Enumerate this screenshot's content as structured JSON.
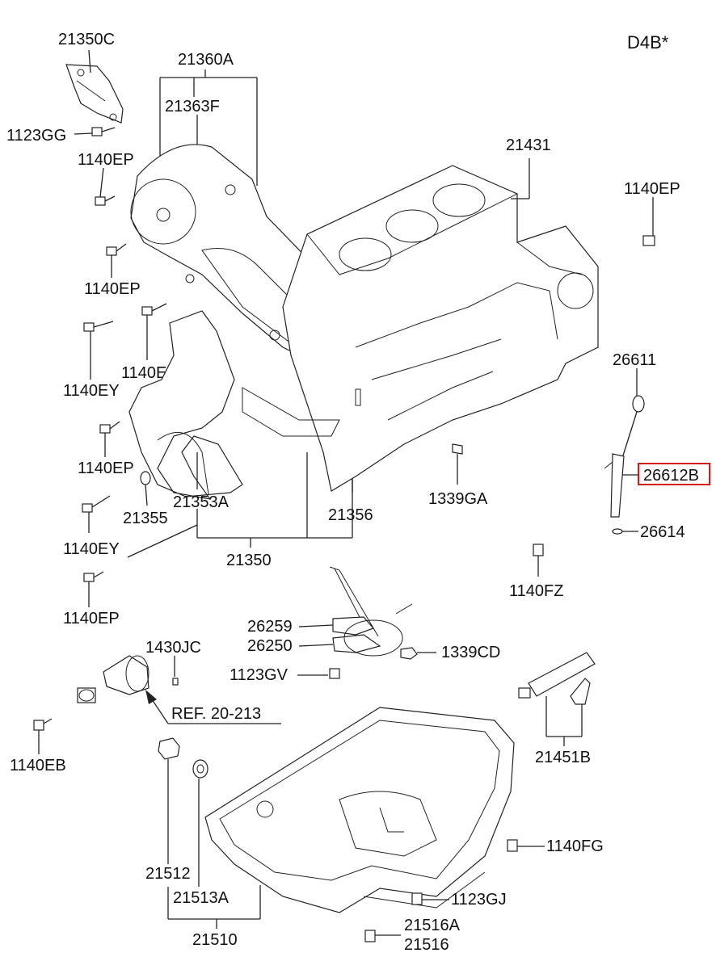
{
  "title": "D4B*",
  "highlight_color": "#d21a1a",
  "labels": {
    "p21350C": "21350C",
    "p21360A": "21360A",
    "p21363F": "21363F",
    "p1123GG": "1123GG",
    "p1140EP_a": "1140EP",
    "p1140EP_b": "1140EP",
    "p1140EZ": "1140EZ",
    "p1140EY_a": "1140EY",
    "p1140EP_c": "1140EP",
    "p21355": "21355",
    "p21353A": "21353A",
    "p1140EY_b": "1140EY",
    "p21350": "21350",
    "p1140EP_d": "1140EP",
    "p21356": "21356",
    "p21431": "21431",
    "p1140EP_e": "1140EP",
    "p26611": "26611",
    "p26612B": "26612B",
    "p26614": "26614",
    "p1339GA": "1339GA",
    "p1140FZ": "1140FZ",
    "p26259": "26259",
    "p26250": "26250",
    "p1339CD": "1339CD",
    "p1123GV": "1123GV",
    "p1430JC": "1430JC",
    "ref": "REF. 20-213",
    "p1140EB": "1140EB",
    "p21451B": "21451B",
    "p1140FG": "1140FG",
    "p21512": "21512",
    "p21513A": "21513A",
    "p21510": "21510",
    "p1123GJ": "1123GJ",
    "p21516A": "21516A",
    "p21516": "21516"
  }
}
